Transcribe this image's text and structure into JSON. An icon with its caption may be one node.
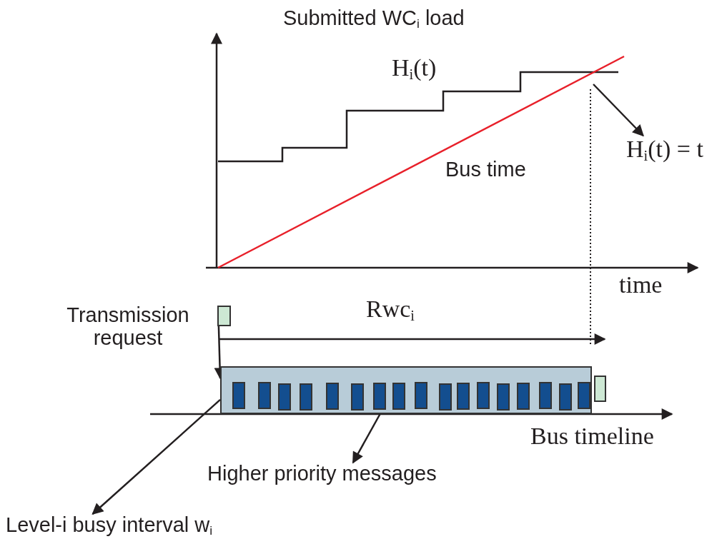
{
  "diagram": {
    "nodes": [
      {
        "text": [
          "H$_{i}$(t) = t"
        ]
      },
      {
        "text": [
          "Transmission request"
        ]
      },
      {
        "text": [],
        "shape": "box"
      },
      {
        "text": [],
        "shape": "box"
      },
      {
        "text": [],
        "shape": "box"
      },
      {
        "text": [
          "Higher priority messages"
        ]
      },
      {
        "text": [
          "Level-i busy interval w$_{i}$"
        ]
      }
    ],
    "edges": [
      {
        "from": null,
        "to": 0,
        "arrow": "to"
      },
      {
        "from": 2,
        "to": 3,
        "arrow": "to"
      },
      {
        "from": 3,
        "to": 5,
        "arrow": "to"
      },
      {
        "from": 3,
        "to": 6,
        "arrow": "to"
      }
    ],
    "labels": [
      "Submitted WC$_{i}$ load",
      "H$_{i}$(t)",
      "Bus time",
      "time",
      "Rwc$_{i}$",
      "Bus timeline"
    ]
  }
}
